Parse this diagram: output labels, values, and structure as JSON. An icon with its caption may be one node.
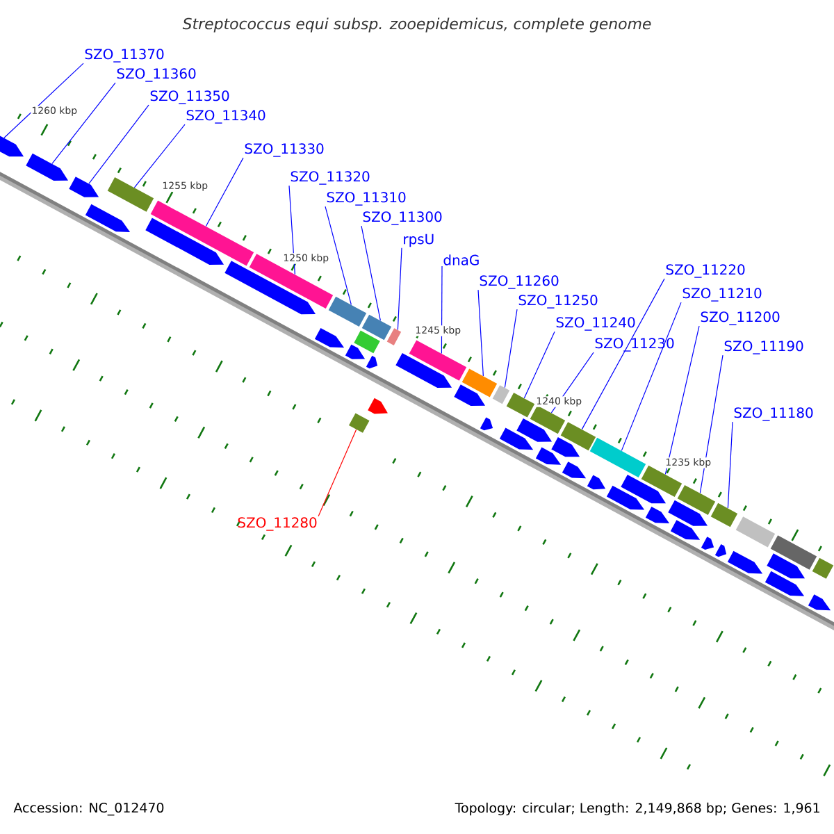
{
  "diagram": {
    "title": "Streptococcus equi subsp. zooepidemicus, complete genome",
    "nodes": [
      {
        "text": [
          "SZO_11370"
        ]
      },
      {
        "text": [
          "SZO_11360"
        ]
      },
      {
        "text": [
          "SZO_11350"
        ]
      },
      {
        "text": [
          "SZO_11340"
        ]
      },
      {
        "text": [
          "SZO_11330"
        ]
      },
      {
        "text": [
          "SZO_11320"
        ]
      },
      {
        "text": [
          "SZO_11310"
        ]
      },
      {
        "text": [
          "SZO_11300"
        ]
      },
      {
        "text": [
          "rpsU"
        ]
      },
      {
        "text": [
          "dnaG"
        ]
      },
      {
        "text": [
          "SZO_11260"
        ]
      },
      {
        "text": [
          "SZO_11250"
        ]
      },
      {
        "text": [
          "SZO_11240"
        ]
      },
      {
        "text": [
          "SZO_11230"
        ]
      },
      {
        "text": [
          "SZO_11220"
        ]
      },
      {
        "text": [
          "SZO_11210"
        ]
      },
      {
        "text": [
          "SZO_11200"
        ]
      },
      {
        "text": [
          "SZO_11190"
        ]
      },
      {
        "text": [
          "SZO_11180"
        ]
      },
      {
        "text": [
          "SZO_11280"
        ]
      },
      {
        "text": [],
        "shape": "pentagon"
      },
      {
        "text": [],
        "shape": "pentagon"
      },
      {
        "text": [],
        "shape": "pentagon"
      },
      {
        "text": [],
        "shape": "pentagon"
      },
      {
        "text": [],
        "shape": "bar"
      },
      {
        "text": [],
        "shape": "bar"
      },
      {
        "text": [],
        "shape": "pentagon"
      },
      {
        "text": [],
        "shape": "pentagon"
      },
      {
        "text": [],
        "shape": "bar"
      },
      {
        "text": [],
        "shape": "bar"
      },
      {
        "text": [],
        "shape": "pentagon"
      },
      {
        "text": [],
        "shape": "pentagon"
      },
      {
        "text": [],
        "shape": "bar"
      },
      {
        "text": [],
        "shape": "bar"
      },
      {
        "text": [],
        "shape": "pentagon"
      },
      {
        "text": [],
        "shape": "bar"
      },
      {
        "text": [],
        "shape": "bar"
      },
      {
        "text": [],
        "shape": "pentagon"
      },
      {
        "text": [],
        "shape": "pentagon"
      },
      {
        "text": [],
        "shape": "bar"
      },
      {
        "text": [],
        "shape": "pentagon"
      },
      {
        "text": [],
        "shape": "bar"
      },
      {
        "text": [],
        "shape": "bar"
      },
      {
        "text": [],
        "shape": "pentagon"
      },
      {
        "text": [],
        "shape": "bar"
      },
      {
        "text": [],
        "shape": "pentagon"
      },
      {
        "text": [],
        "shape": "pentagon"
      },
      {
        "text": [],
        "shape": "bar"
      },
      {
        "text": [],
        "shape": "pentagon"
      },
      {
        "text": [],
        "shape": "pentagon"
      },
      {
        "text": [],
        "shape": "bar"
      },
      {
        "text": [],
        "shape": "pentagon"
      },
      {
        "text": [],
        "shape": "bar"
      },
      {
        "text": [],
        "shape": "pentagon"
      },
      {
        "text": [],
        "shape": "pentagon"
      },
      {
        "text": [],
        "shape": "pentagon"
      },
      {
        "text": [],
        "shape": "bar"
      },
      {
        "text": [],
        "shape": "pentagon"
      },
      {
        "text": [],
        "shape": "pentagon"
      },
      {
        "text": [],
        "shape": "bar"
      },
      {
        "text": [],
        "shape": "pentagon"
      },
      {
        "text": [],
        "shape": "bar"
      },
      {
        "text": [],
        "shape": "pentagon"
      },
      {
        "text": [],
        "shape": "pentagon"
      },
      {
        "text": [],
        "shape": "bar"
      },
      {
        "text": [],
        "shape": "pentagon"
      },
      {
        "text": [],
        "shape": "bar"
      },
      {
        "text": [],
        "shape": "pentagon"
      },
      {
        "text": [],
        "shape": "pentagon"
      },
      {
        "text": [],
        "shape": "bar"
      },
      {
        "text": [],
        "shape": "pentagon"
      }
    ],
    "edges": [
      {
        "from": 0,
        "to": 20,
        "arrow": "none"
      },
      {
        "from": 1,
        "to": 21,
        "arrow": "none"
      },
      {
        "from": 2,
        "to": 22,
        "arrow": "none"
      },
      {
        "from": 3,
        "to": 24,
        "arrow": "none"
      },
      {
        "from": 4,
        "to": 25,
        "arrow": "none"
      },
      {
        "from": 5,
        "to": 28,
        "arrow": "none"
      },
      {
        "from": 6,
        "to": 29,
        "arrow": "none"
      },
      {
        "from": 7,
        "to": 33,
        "arrow": "none"
      },
      {
        "from": 8,
        "to": 35,
        "arrow": "none"
      },
      {
        "from": 9,
        "to": 39,
        "arrow": "none"
      },
      {
        "from": 10,
        "to": 41,
        "arrow": "none"
      },
      {
        "from": 11,
        "to": 42,
        "arrow": "none"
      },
      {
        "from": 12,
        "to": 44,
        "arrow": "none"
      },
      {
        "from": 13,
        "to": 47,
        "arrow": "none"
      },
      {
        "from": 14,
        "to": 50,
        "arrow": "none"
      },
      {
        "from": 15,
        "to": 52,
        "arrow": "none"
      },
      {
        "from": 16,
        "to": 56,
        "arrow": "none"
      },
      {
        "from": 17,
        "to": 59,
        "arrow": "none"
      },
      {
        "from": 18,
        "to": 61,
        "arrow": "none"
      },
      {
        "from": 19,
        "to": 36,
        "arrow": "none",
        "color": "#ff0000"
      }
    ],
    "labels": [
      "1260 kbp",
      "1255 kbp",
      "1250 kbp",
      "1245 kbp",
      "1240 kbp",
      "1235 kbp",
      "Accession: NC_012470",
      "Topology: circular; Length: 2,149,868 bp; Genes: 1,961"
    ]
  }
}
